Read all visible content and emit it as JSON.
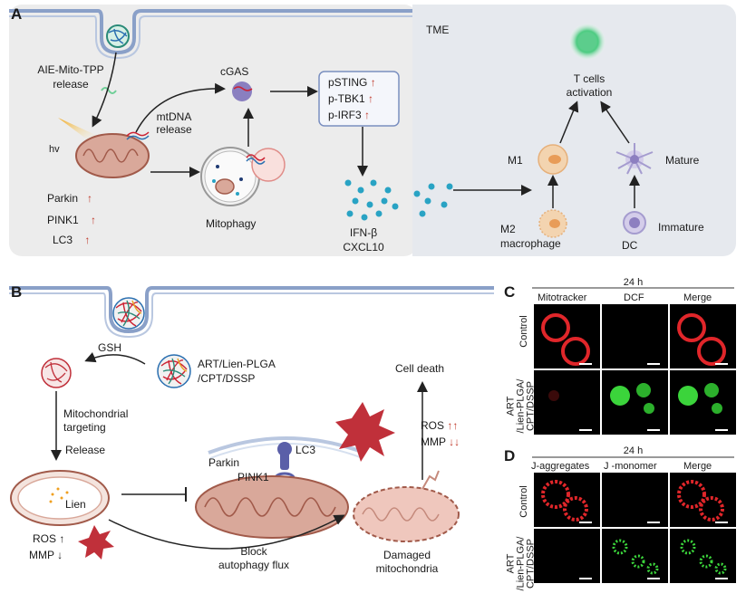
{
  "panels": {
    "A": "A",
    "B": "B",
    "C": "C",
    "D": "D"
  },
  "panelA": {
    "tme": "TME",
    "aie_release_1": "AIE-Mito-TPP",
    "aie_release_2": "release",
    "hv": "hv",
    "cgas": "cGAS",
    "mtdna_1": "mtDNA",
    "mtdna_2": "release",
    "markers": [
      "pSTING",
      "p-TBK1",
      "p-IRF3"
    ],
    "parkin": "Parkin",
    "pink1": "PINK1",
    "lc3": "LC3",
    "mitophagy": "Mitophagy",
    "ifn": "IFN-β",
    "cxcl10": "CXCL10",
    "tcells_1": "T cells",
    "tcells_2": "activation",
    "m1": "M1",
    "m2": "M2",
    "macrophage": "macrophage",
    "mature": "Mature",
    "immature": "Immature",
    "dc": "DC",
    "up_arrow": "↑"
  },
  "panelB": {
    "gsh": "GSH",
    "np_1": "ART/Lien-PLGA",
    "np_2": "/CPT/DSSP",
    "mito_targeting_1": "Mitochondrial",
    "mito_targeting_2": "targeting",
    "release": "Release",
    "lien": "Lien",
    "ros": "ROS",
    "mmp": "MMP",
    "lc3": "LC3",
    "parkin": "Parkin",
    "pink1": "PINK1",
    "cell_death": "Cell death",
    "block_1": "Block",
    "block_2": "autophagy flux",
    "damaged_1": "Damaged",
    "damaged_2": "mitochondria",
    "up_arrow": "↑",
    "down_arrow": "↓",
    "double_up": "↑↑",
    "double_down": "↓↓"
  },
  "panelC": {
    "time": "24 h",
    "cols": [
      "Mitotracker",
      "DCF",
      "Merge"
    ],
    "rows": [
      "Control",
      "ART\n/Lien-PLGA/\nCPT/DSSP"
    ]
  },
  "panelD": {
    "time": "24 h",
    "cols": [
      "J-aggregates",
      "J -monomer",
      "Merge"
    ],
    "rows": [
      "Control",
      "ART\n/Lien-PLGA/\nCPT/DSSP"
    ]
  },
  "colors": {
    "panel_bg": "#eeeeee",
    "tme_bg": "#e8ebf0",
    "membrane": "#8aa0c8",
    "arrow": "#222222",
    "red_text": "#c0392b",
    "mito_fill": "#d9a89a",
    "mito_stroke": "#a15a4a",
    "cyan_dots": "#29a3c4",
    "star_red": "#c0303a",
    "fluor_red": "#e0262a",
    "fluor_green": "#3bd43b"
  }
}
